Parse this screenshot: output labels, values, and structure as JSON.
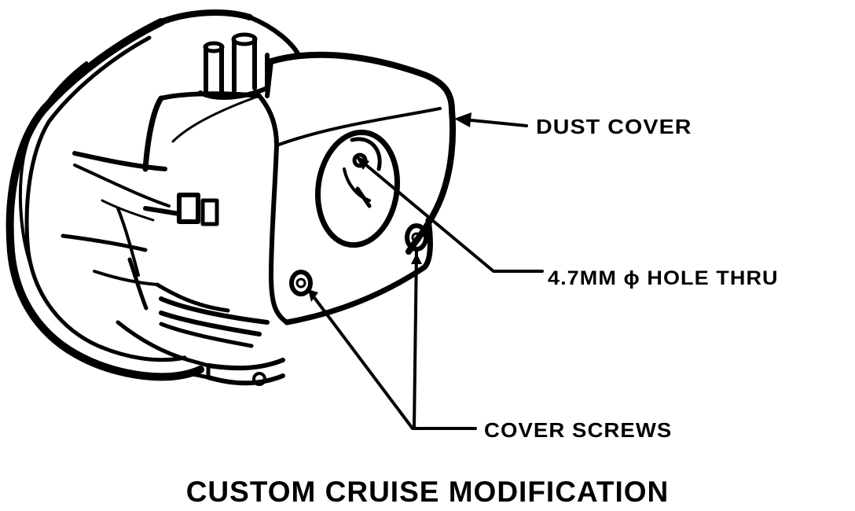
{
  "figure": {
    "title": "CUSTOM CRUISE MODIFICATION",
    "line_color": "#000000",
    "background": "#ffffff"
  },
  "callouts": {
    "dust_cover": "DUST COVER",
    "hole_thru": "4.7MM  ϕ  HOLE THRU",
    "cover_screws": "COVER SCREWS"
  }
}
